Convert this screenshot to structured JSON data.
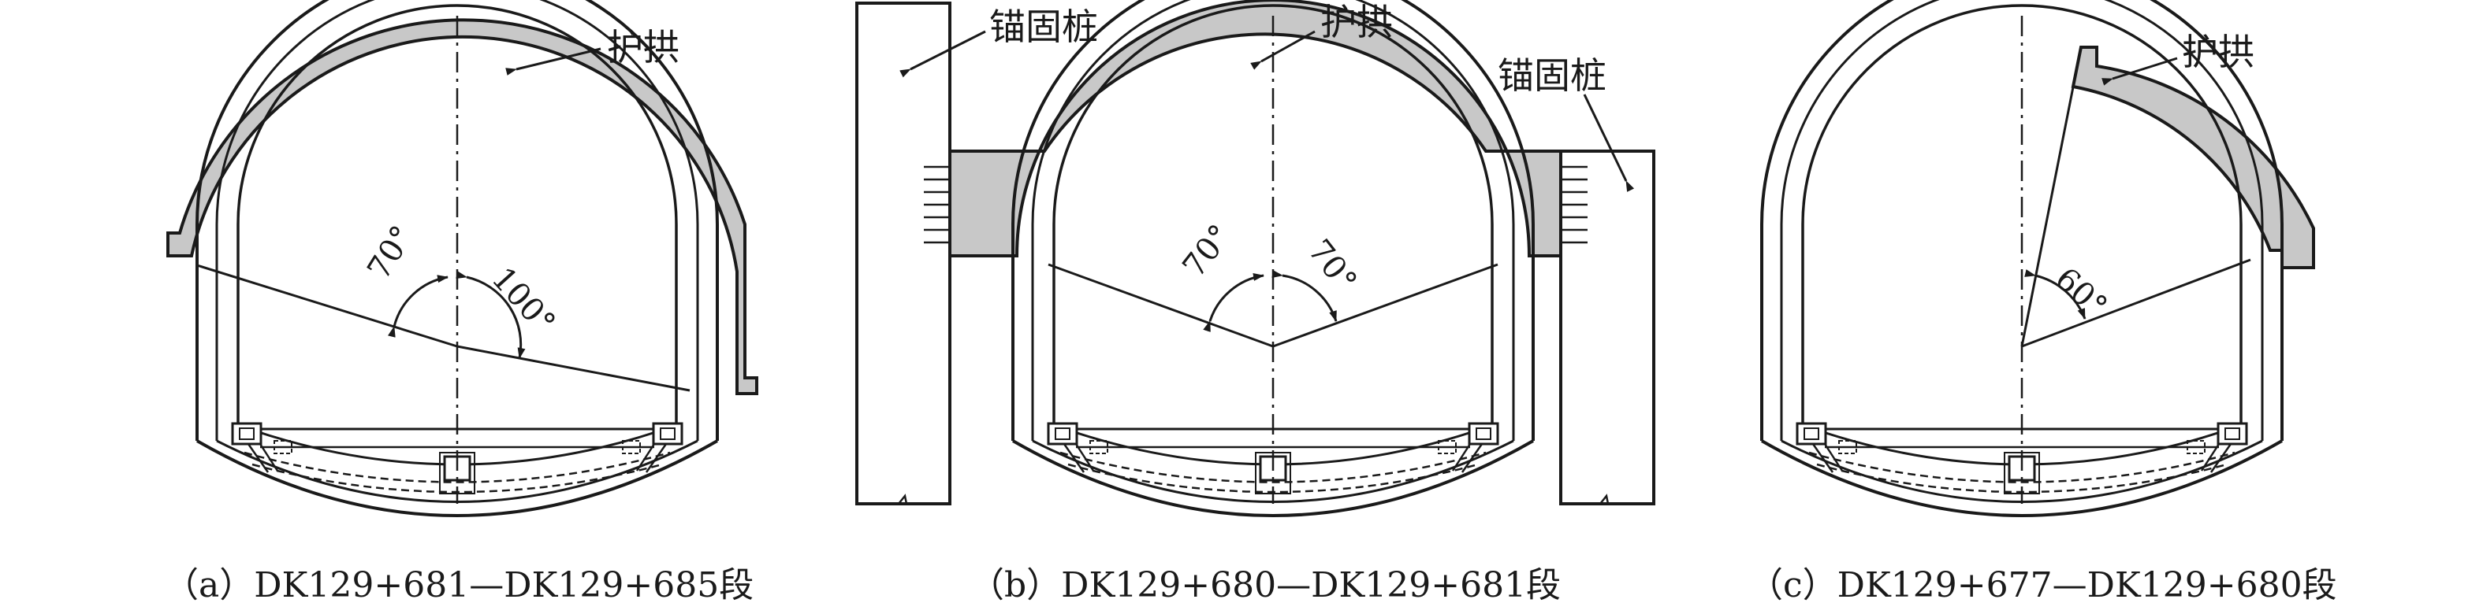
{
  "colors": {
    "ink": "#1a1a1a",
    "fill": "#c8c8c8"
  },
  "labels": {
    "arch": "护拱",
    "pile": "锚固桩"
  },
  "panels": [
    {
      "caption": "（a）DK129+681—DK129+685段",
      "angles": [
        "70°",
        "100°"
      ]
    },
    {
      "caption": "（b）DK129+680—DK129+681段",
      "angles": [
        "70°",
        "70°"
      ]
    },
    {
      "caption": "（c）DK129+677—DK129+680段",
      "angles": [
        "60°"
      ]
    }
  ]
}
